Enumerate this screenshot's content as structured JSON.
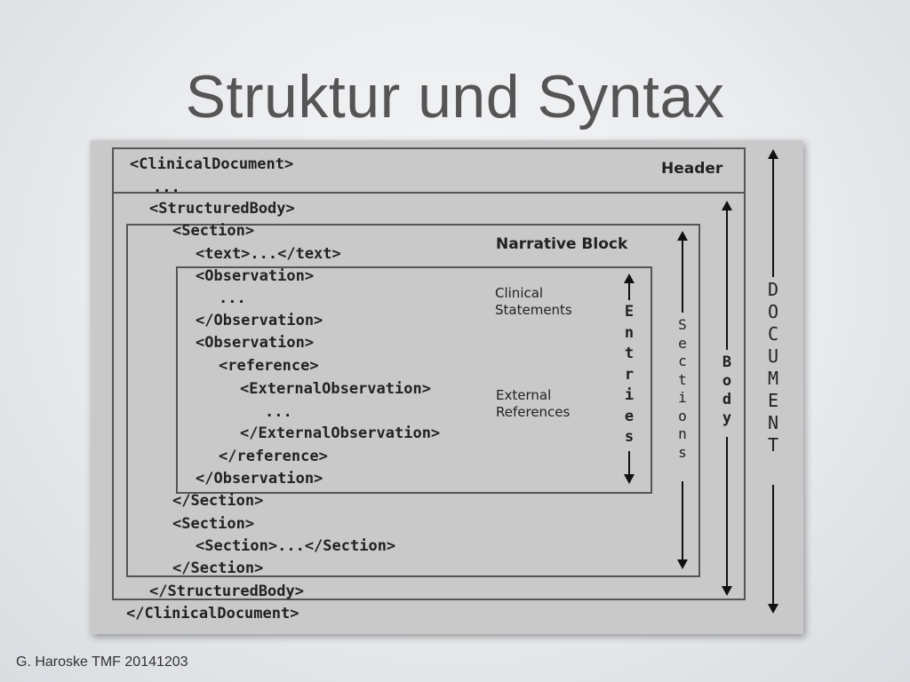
{
  "slide": {
    "title": "Struktur und Syntax",
    "footer": "G. Haroske TMF 20141203"
  },
  "diagram": {
    "code_lines": [
      "<ClinicalDocument>",
      "...",
      "<StructuredBody>",
      "<Section>",
      "<text>...</text>",
      "<Observation>",
      "...",
      "</Observation>",
      "<Observation>",
      "<reference>",
      "<ExternalObservation>",
      "...",
      "</ExternalObservation>",
      "</reference>",
      "</Observation>",
      "</Section>",
      "<Section>",
      "<Section>...</Section>",
      "</Section>",
      "</StructuredBody>",
      "</ClinicalDocument>"
    ],
    "labels": {
      "header": "Header",
      "narrative_block": "Narrative Block",
      "clinical_statements": "Clinical\nStatements",
      "external_references": "External\nReferences"
    },
    "vertical_labels": {
      "entries": "Entries",
      "sections": "Sections",
      "body": "Body",
      "document": "DOCUMENT"
    }
  }
}
